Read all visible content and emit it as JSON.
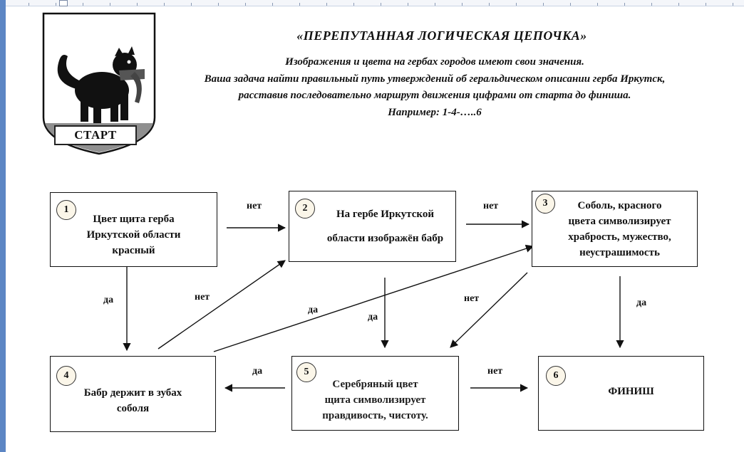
{
  "header": {
    "title": "«ПЕРЕПУТАННАЯ ЛОГИЧЕСКАЯ ЦЕПОЧКА»",
    "line1": "Изображения и цвета на гербах городов имеют свои значения.",
    "line2": "Ваша задача найти правильный путь утверждений об геральдическом описании герба Иркутск,",
    "line3": "расставив последовательно маршрут движения цифрами от старта до финиша.",
    "line4": "Например: 1-4-…..6"
  },
  "crest": {
    "label": "СТАРТ",
    "icon": "coat-of-arms-icon"
  },
  "nodes": [
    {
      "num": "1",
      "text": "Цвет щита герба\nИркутской области\nкрасный"
    },
    {
      "num": "2",
      "text": "На гербе Иркутской\n\nобласти изображён бабр"
    },
    {
      "num": "3",
      "text": "Соболь, красного\nцвета символизирует\nхрабрость, мужество,\nнеустрашимость"
    },
    {
      "num": "4",
      "text": "Бабр держит в зубах\nсоболя"
    },
    {
      "num": "5",
      "text": "Серебряный цвет\nщита символизирует\nправдивость, чистоту."
    },
    {
      "num": "6",
      "text": "ФИНИШ"
    }
  ],
  "edge_labels": {
    "n1_n2": "нет",
    "n2_n3": "нет",
    "n1_n4": "да",
    "n4_n2": "нет",
    "n4_n3": "да",
    "n2_n5": "да",
    "n3_n5": "нет",
    "n3_n6": "да",
    "n5_n4": "да",
    "n5_n6": "нет"
  }
}
